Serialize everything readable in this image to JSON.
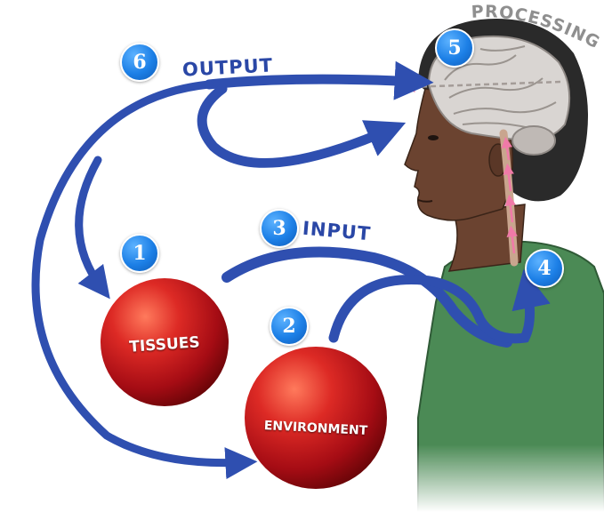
{
  "labels": {
    "output": "OUTPUT",
    "input": "INPUT",
    "processing": "PROCESSING"
  },
  "spheres": {
    "tissues": "TISSUES",
    "environment": "ENVIRONMENT"
  },
  "steps": [
    "1",
    "2",
    "3",
    "4",
    "5",
    "6"
  ],
  "colors": {
    "arrow": "#2f4fb0",
    "badge": "#1c7fe6",
    "sphere": "#c4141a",
    "shirt": "#4b8a55",
    "skin": "#6b4330",
    "hair": "#2a2a2a",
    "brain": "#d9d5d2",
    "spine_arrow": "#f07aa8"
  }
}
